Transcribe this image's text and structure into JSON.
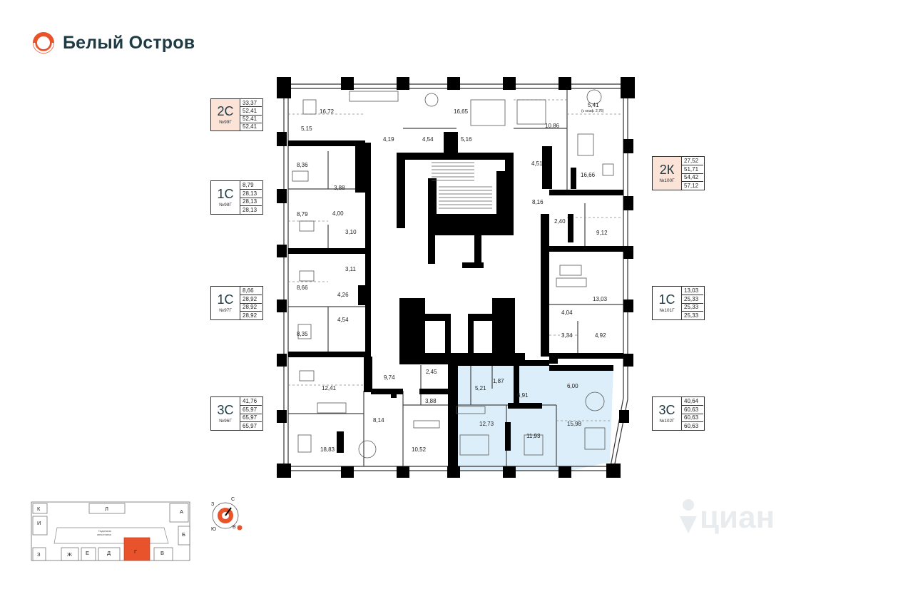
{
  "brand": {
    "name": "Белый Остров",
    "color": "#e8532b"
  },
  "units": [
    {
      "type": "2С",
      "number": "№99Г",
      "values": [
        "33,37",
        "52,41",
        "52,41",
        "52,41"
      ],
      "highlight": true
    },
    {
      "type": "1С",
      "number": "№98Г",
      "values": [
        "8,79",
        "28,13",
        "28,13",
        "28,13"
      ],
      "highlight": false
    },
    {
      "type": "1С",
      "number": "№97Г",
      "values": [
        "8,66",
        "28,92",
        "28,92",
        "28,92"
      ],
      "highlight": false
    },
    {
      "type": "3С",
      "number": "№96Г",
      "values": [
        "41,76",
        "65,97",
        "65,97",
        "65,97"
      ],
      "highlight": false
    },
    {
      "type": "2К",
      "number": "№100Г",
      "values": [
        "27,52",
        "51,71",
        "54,42",
        "57,12"
      ],
      "highlight": true
    },
    {
      "type": "1С",
      "number": "№101Г",
      "values": [
        "13,03",
        "25,33",
        "25,33",
        "25,33"
      ],
      "highlight": false
    },
    {
      "type": "3С",
      "number": "№102Г",
      "values": [
        "40,64",
        "60,63",
        "60,63",
        "60,63"
      ],
      "highlight": false
    }
  ],
  "rooms": [
    "16,72",
    "16,65",
    "5,41",
    "(с коэф. 2,76)",
    "5,15",
    "4,19",
    "4,54",
    "5,16",
    "10,86",
    "8,36",
    "3,88",
    "4,51",
    "16,66",
    "8,79",
    "4,00",
    "8,16",
    "3,10",
    "2,40",
    "9,12",
    "3,11",
    "8,66",
    "4,26",
    "13,03",
    "4,54",
    "4,04",
    "8,35",
    "3,34",
    "4,92",
    "9,74",
    "2,45",
    "1,87",
    "5,21",
    "6,00",
    "6,91",
    "12,41",
    "3,88",
    "8,14",
    "12,73",
    "11,93",
    "15,98",
    "18,83",
    "10,52"
  ],
  "minimap": {
    "sections": [
      "К",
      "Л",
      "А",
      "И",
      "Б",
      "З",
      "Ж",
      "Е",
      "Д",
      "Г",
      "В"
    ],
    "parking_line1": "Подземная",
    "parking_line2": "автостоянка",
    "active_section": "Г",
    "active_color": "#e8532b"
  },
  "compass": {
    "labels": [
      "З",
      "С",
      "Ю",
      "В"
    ]
  },
  "watermark": "циан",
  "colors": {
    "wall": "#000000",
    "highlight_zone": "#dceef9",
    "accent": "#e8532b",
    "text": "#1e3a44"
  }
}
